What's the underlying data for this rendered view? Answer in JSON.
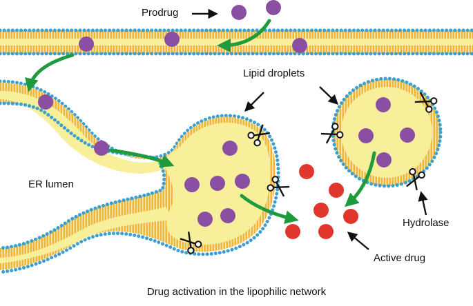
{
  "labels": {
    "prodrug": "Prodrug",
    "lipid_droplets": "Lipid droplets",
    "er_lumen": "ER lumen",
    "hydrolase": "Hydrolase",
    "active_drug": "Active drug"
  },
  "caption": "Drug activation in the lipophilic network",
  "colors": {
    "membrane_gold": "#f2b632",
    "head_blue": "#3aa0d2",
    "droplet_core": "#f7ef9a",
    "prodrug_purple": "#8a4fa3",
    "active_red": "#e0362c",
    "arrow_green": "#1f9a3c"
  },
  "icons": [
    "scissors-icon",
    "arrow-icon"
  ]
}
